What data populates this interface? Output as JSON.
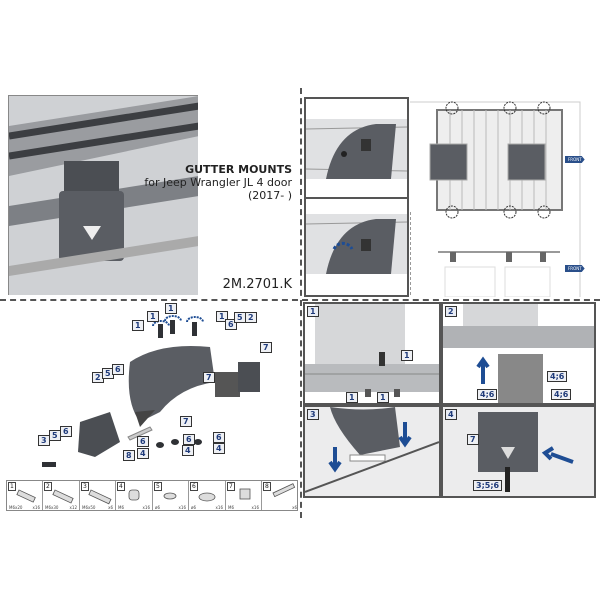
{
  "header": {
    "title": "GUTTER MOUNTS",
    "subtitle": "for Jeep Wrangler JL 4 door",
    "years": "(2017- )",
    "part_number": "2M.2701.K"
  },
  "overview": {
    "front_label": "FRONT",
    "front_label_2": "FRONT",
    "dimensions": [
      "",
      "",
      ""
    ]
  },
  "exploded_callouts": [
    "1",
    "1",
    "1",
    "1",
    "6",
    "5",
    "2",
    "7",
    "7",
    "7",
    "2",
    "5",
    "6",
    "3",
    "5",
    "6",
    "6",
    "4",
    "6",
    "4",
    "6",
    "4",
    "8"
  ],
  "parts": [
    {
      "num": "1",
      "size": "M6x20",
      "qty": "x16"
    },
    {
      "num": "2",
      "size": "M6x30",
      "qty": "x12"
    },
    {
      "num": "3",
      "size": "M6x50",
      "qty": "x6"
    },
    {
      "num": "4",
      "size": "M6",
      "qty": "x16"
    },
    {
      "num": "5",
      "size": "ø6",
      "qty": "x16"
    },
    {
      "num": "6",
      "size": "ø6",
      "qty": "x16"
    },
    {
      "num": "7",
      "size": "M6",
      "qty": "x16"
    },
    {
      "num": "8",
      "size": "",
      "qty": "x6"
    }
  ],
  "steps": [
    {
      "num": "1",
      "callouts": [
        "1",
        "1",
        "1"
      ]
    },
    {
      "num": "2",
      "callouts": [
        "4;6",
        "4;6",
        "4;6"
      ]
    },
    {
      "num": "3",
      "callouts": []
    },
    {
      "num": "4",
      "callouts": [
        "7",
        "3;5;6"
      ]
    }
  ],
  "colors": {
    "accent": "#1e4d94",
    "metal": "#5a5d63",
    "frame": "#888888"
  }
}
